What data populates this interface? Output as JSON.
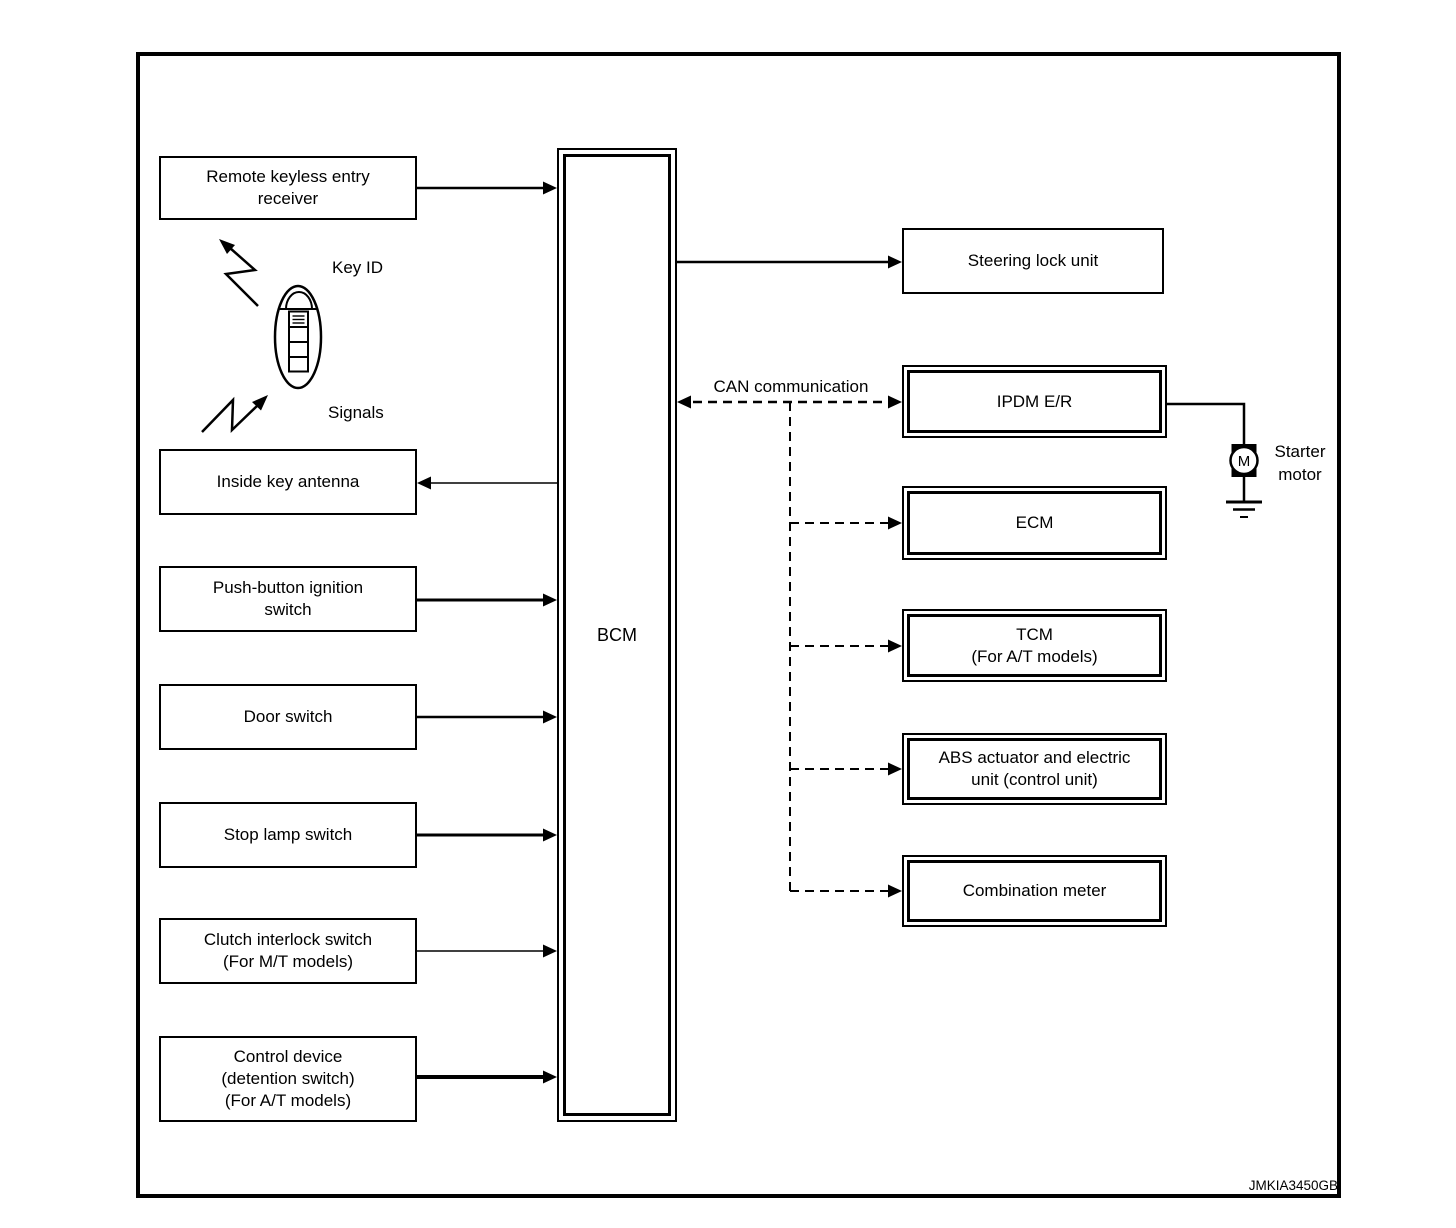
{
  "diagram": {
    "code": "JMKIA3450GB",
    "colors": {
      "line": "#000000",
      "background": "#ffffff"
    },
    "bcm": {
      "label": "BCM"
    },
    "annotations": {
      "key_id": "Key ID",
      "signals": "Signals",
      "can_communication": "CAN communication",
      "starter_motor": "Starter\nmotor",
      "motor_symbol": "M"
    },
    "left_boxes": [
      {
        "label": "Remote keyless entry\nreceiver"
      },
      {
        "label": "Inside key antenna"
      },
      {
        "label": "Push-button ignition\nswitch"
      },
      {
        "label": "Door switch"
      },
      {
        "label": "Stop lamp switch"
      },
      {
        "label": "Clutch interlock switch\n(For M/T models)"
      },
      {
        "label": "Control device\n(detention switch)\n(For A/T models)"
      }
    ],
    "right_boxes": [
      {
        "label": "Steering lock unit"
      },
      {
        "label": "IPDM E/R"
      },
      {
        "label": "ECM"
      },
      {
        "label": "TCM\n(For A/T models)"
      },
      {
        "label": "ABS actuator and electric\nunit (control unit)"
      },
      {
        "label": "Combination meter"
      }
    ]
  }
}
